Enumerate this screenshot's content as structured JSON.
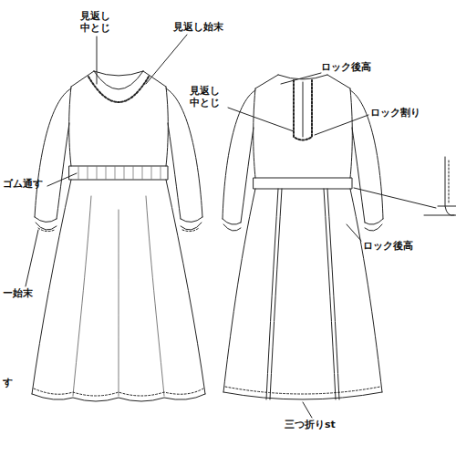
{
  "diagram": {
    "labels": [
      "見返し 中とじ",
      "見返し始末",
      "ゴム通す",
      "ー始末",
      "す",
      "ロック後高",
      "見返し 中とじ",
      "ロック割り",
      "ロック後高",
      "三つ折りst"
    ]
  }
}
